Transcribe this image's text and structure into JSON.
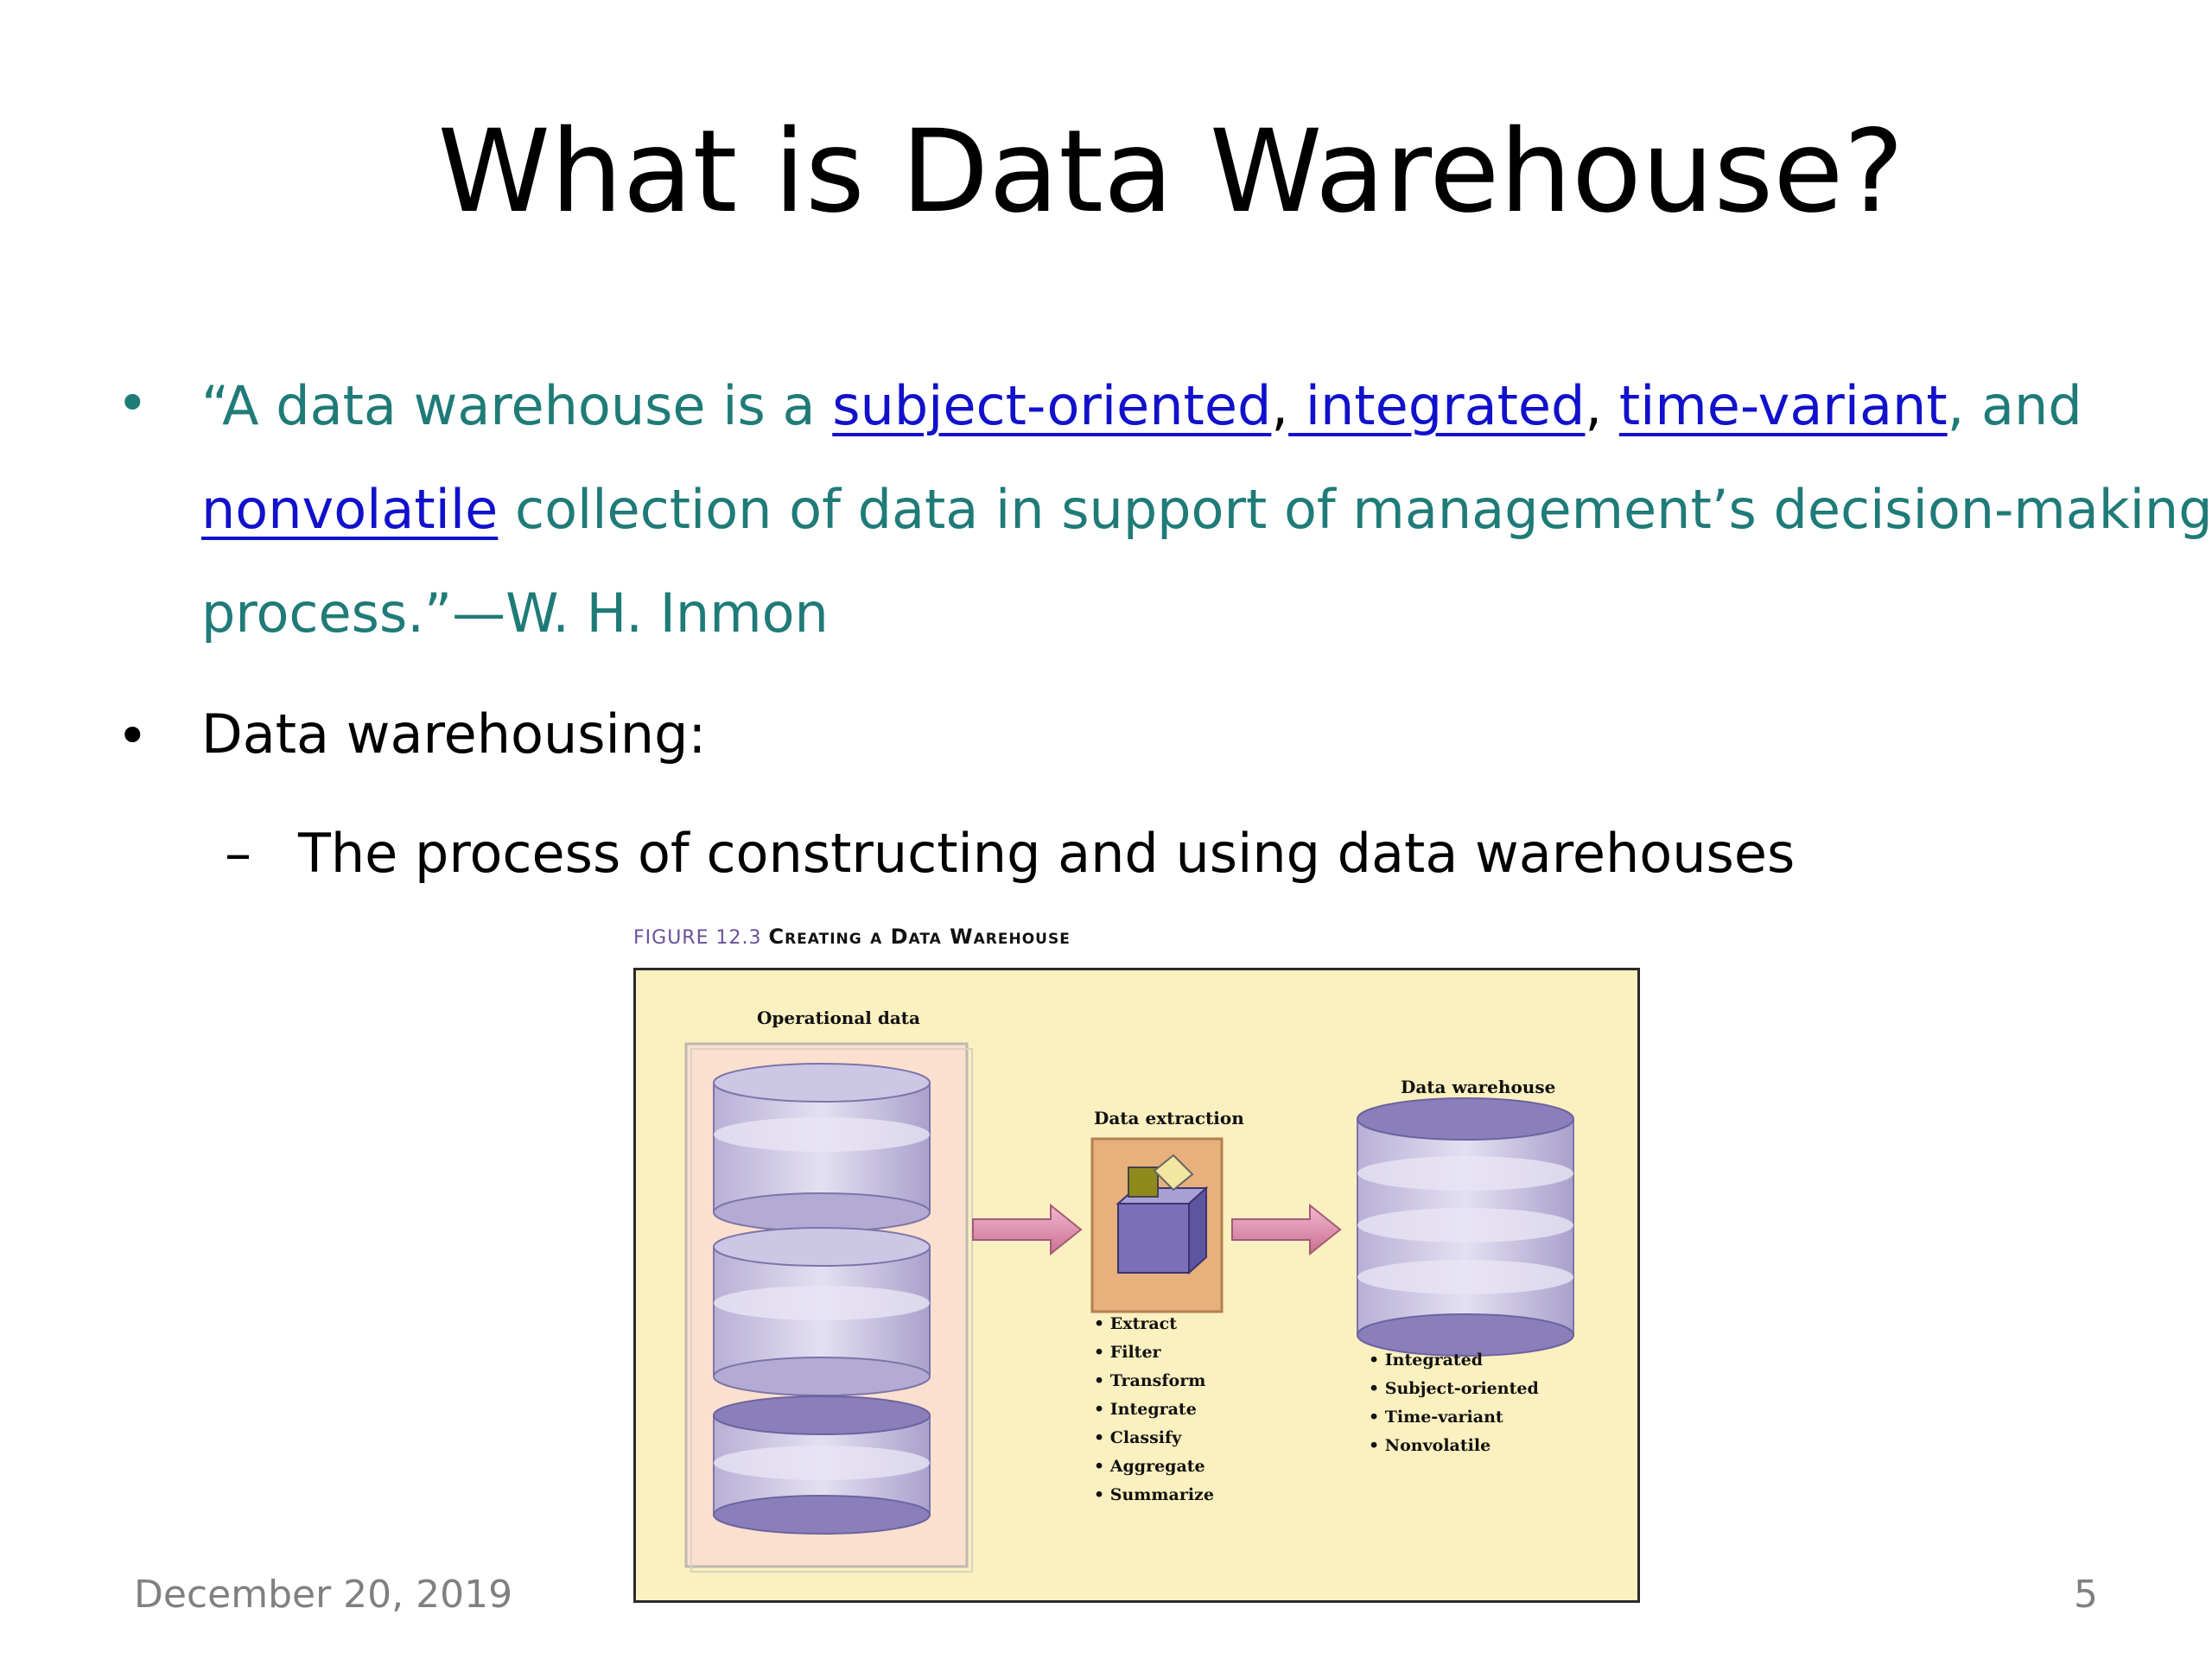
{
  "slide": {
    "title": "What is Data Warehouse?",
    "quote": {
      "open_quote": "“",
      "text1": "A data warehouse is a ",
      "link1": "subject-oriented",
      "sep1": ",",
      "link2": " integrated",
      "sep2": ", ",
      "link3": "time-variant",
      "text2": ", and",
      "link4": "nonvolatile",
      "text3": " collection of data in support of management’s decision-making",
      "text4": "process.”—W. H. Inmon"
    },
    "bullet2": "Data warehousing:",
    "sub_dash": "–",
    "sub_bullet": "The process of constructing and using data warehouses",
    "bullet_glyph": "•"
  },
  "figure": {
    "caption_num": "FIGURE 12.3",
    "caption_title": "Creating a Data Warehouse",
    "operational_label": "Operational data",
    "extraction_label": "Data extraction",
    "warehouse_label": "Data warehouse",
    "extraction_steps": [
      "• Extract",
      "• Filter",
      "• Transform",
      "• Integrate",
      "• Classify",
      "• Aggregate",
      "• Summarize"
    ],
    "warehouse_props": [
      "• Integrated",
      "• Subject-oriented",
      "• Time-variant",
      "• Nonvolatile"
    ]
  },
  "footer": {
    "date": "December 20, 2019",
    "page": "5"
  }
}
